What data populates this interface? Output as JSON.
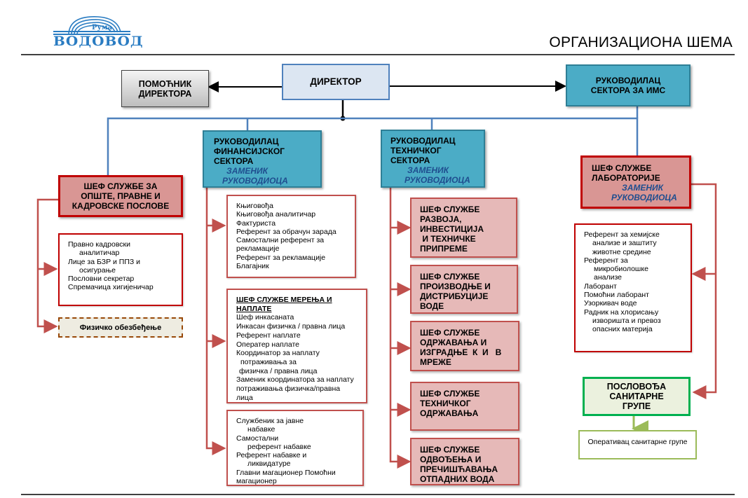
{
  "header": {
    "logo": {
      "top_text": "Рума",
      "word": "ВОДОВОД",
      "icon": "water-arcs-logo"
    },
    "title": "ОРГАНИЗАЦИОНА ШЕМА"
  },
  "colors": {
    "blue_line": "#4f81bd",
    "red_line": "#c0504d",
    "teal_box": "#4bacc6",
    "director_box": "#dce6f2",
    "red_head_box": "#d99694",
    "pink_box": "#e6b9b8",
    "green_border": "#00b050"
  },
  "top": {
    "assistant": {
      "line1": "ПОМОЋНИК",
      "line2": "ДИРЕКТОРА"
    },
    "director": {
      "label": "ДИРЕКТОР"
    },
    "ims": {
      "line1": "РУКОВОДИЛАЦ",
      "line2": "СЕКТОРА  ЗА ИМС"
    }
  },
  "general_affairs": {
    "head": {
      "line1": "ШЕФ СЛУЖБЕ ЗА",
      "line2": "ОПШТЕ,  ПРАВНЕ И",
      "line3": "КАДРОВСКЕ ПОСЛОВЕ"
    },
    "staff": [
      "Правно кадровски",
      "аналитичар",
      "Лице за БЗР и ППЗ и",
      "осигурање",
      "Пословни секретар",
      "Спремачица хигијеничар"
    ],
    "security": "Физичко обезбеђење"
  },
  "finance": {
    "head": {
      "line1": "РУКОВОДИЛАЦ",
      "line2": "ФИНАНСИЈСКОГ",
      "line3": "СЕКТОРА",
      "sub1": "ЗАМЕНИК",
      "sub2": "РУКОВОДИОЦА"
    },
    "staff": [
      "Књиговођа",
      "Књиговођа аналитичар",
      "Фактуриста",
      "Референт за обрачун зарада",
      "Самостални референт за",
      "рекламације",
      "Референт за рекламације",
      "Благајник"
    ],
    "billing": {
      "head1": "ШЕФ СЛУЖБЕ МЕРЕЊА И",
      "head2": "НАПЛАТЕ",
      "staff": [
        "Шеф инкасаната",
        "Инкасан физичка / правна лица",
        "Референт наплате",
        "Оператер наплате",
        "Координатор за наплату",
        "потраживања за",
        "физичка / правна лица",
        "Заменик координатора за наплату",
        "потраживања физичка/правна",
        "лица"
      ]
    },
    "procurement": [
      "Службеник за јавне",
      "набавке",
      "Самостални",
      "референт набавке",
      "Референт набавке и",
      "ликвидатуре",
      "Главни магационер Помоћни",
      "магационер"
    ]
  },
  "technical": {
    "head": {
      "line1": "РУКОВОДИЛАЦ",
      "line2": "ТЕХНИЧКОГ",
      "line3": "СЕКТОРА",
      "sub1": "ЗАМЕНИК",
      "sub2": "РУКОВОДИОЦА"
    },
    "services": [
      [
        "ШЕФ СЛУЖБЕ",
        "РАЗВОЈА,",
        "ИНВЕСТИЦИЈА",
        " И ТЕХНИЧКЕ",
        "ПРИПРЕМЕ"
      ],
      [
        "ШЕФ СЛУЖБЕ",
        "ПРОИЗВОДЊЕ И",
        "ДИСТРИБУЦИЈЕ",
        "ВОДЕ"
      ],
      [
        "ШЕФ СЛУЖБЕ",
        "ОДРЖАВАЊА И",
        "ИЗГРАДЊЕ  К  И   В",
        "МРЕЖЕ"
      ],
      [
        "ШЕФ СЛУЖБЕ",
        "ТЕХНИЧКОГ",
        "ОДРЖАВАЊА"
      ],
      [
        "ШЕФ СЛУЖБЕ",
        "ОДВОЂЕЊА И",
        "ПРЕЧИШЋАВАЊА",
        "ОТПАДНИХ ВОДА"
      ]
    ]
  },
  "laboratory": {
    "head": {
      "line1": "ШЕФ СЛУЖБЕ",
      "line2": "ЛАБОРАТОРИЈЕ",
      "sub1": "ЗАМЕНИК",
      "sub2": "РУКОВОДИОЦА"
    },
    "staff": [
      "Референт за хемијске",
      "анализе и заштиту",
      "животне средине",
      "Референт за",
      "микробиолошке",
      "анализе",
      "Лаборант",
      "Помоћни лаборант",
      "Узоркивач воде",
      "Радник на хлорисању",
      "изворишта и превоз",
      "опасних материја"
    ],
    "sanitary": {
      "line1": "ПОСЛОВОЂА",
      "line2": "САНИТАРНЕ",
      "line3": "ГРУПЕ",
      "staff": "Оперативац санитарне групе"
    }
  }
}
